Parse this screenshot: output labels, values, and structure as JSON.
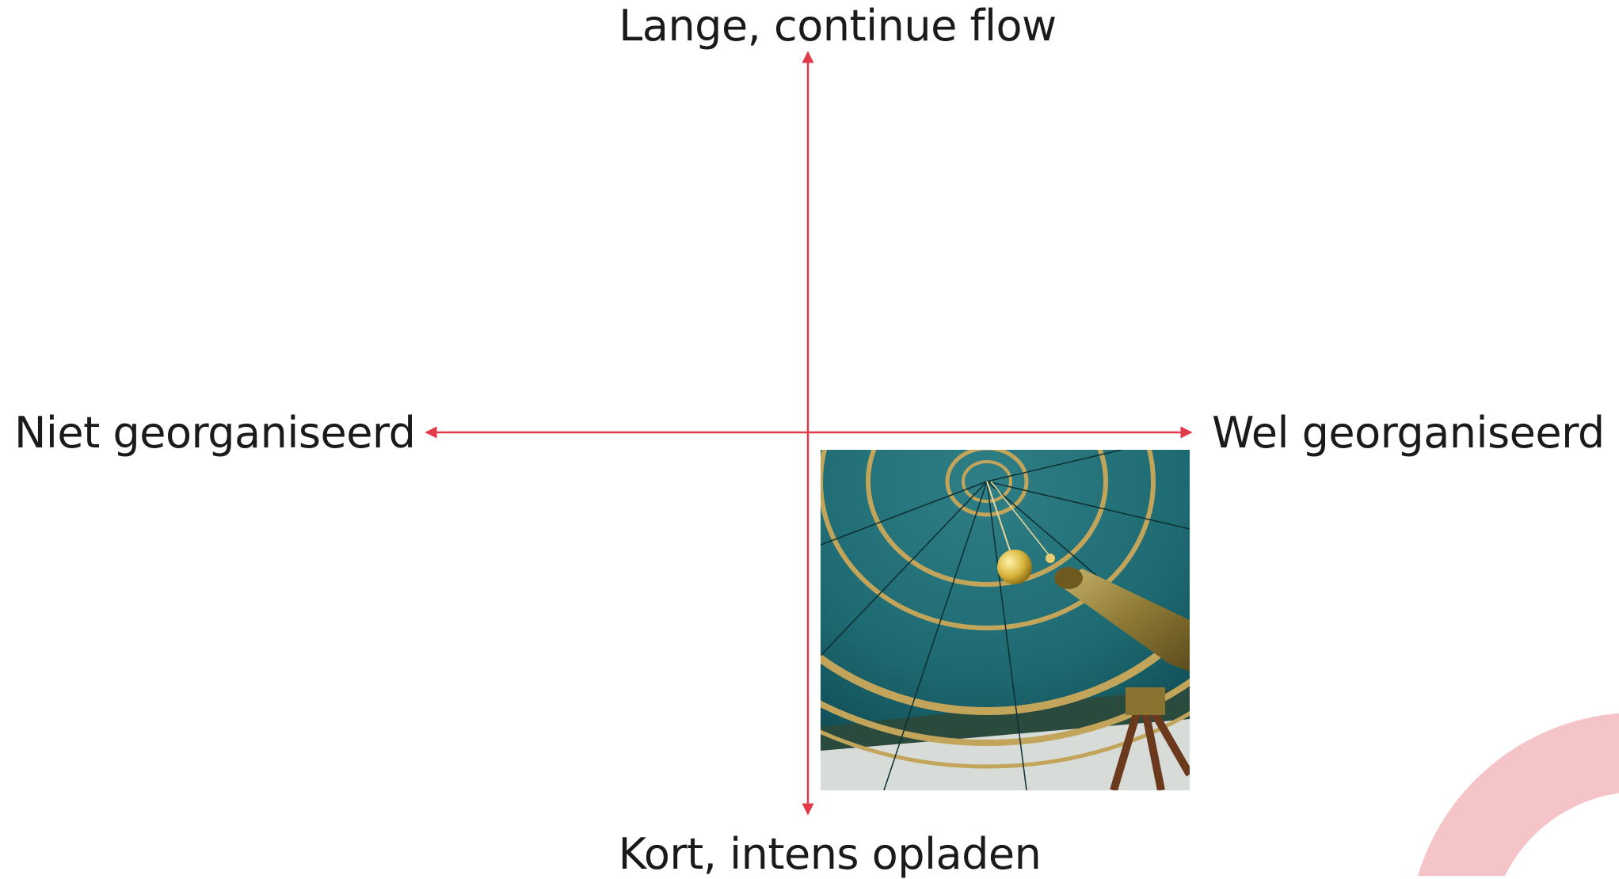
{
  "diagram": {
    "axis_top": "Lange, continue flow",
    "axis_bottom": "Kort, intens opladen",
    "axis_left": "Niet georganiseerd",
    "axis_right": "Wel georganiseerd"
  },
  "colors": {
    "axis": "#e23a4a",
    "decor": "#f5c4c8",
    "text": "#1a1a1a"
  },
  "photo": {
    "subject": "planetarium-ceiling-with-telescope"
  }
}
